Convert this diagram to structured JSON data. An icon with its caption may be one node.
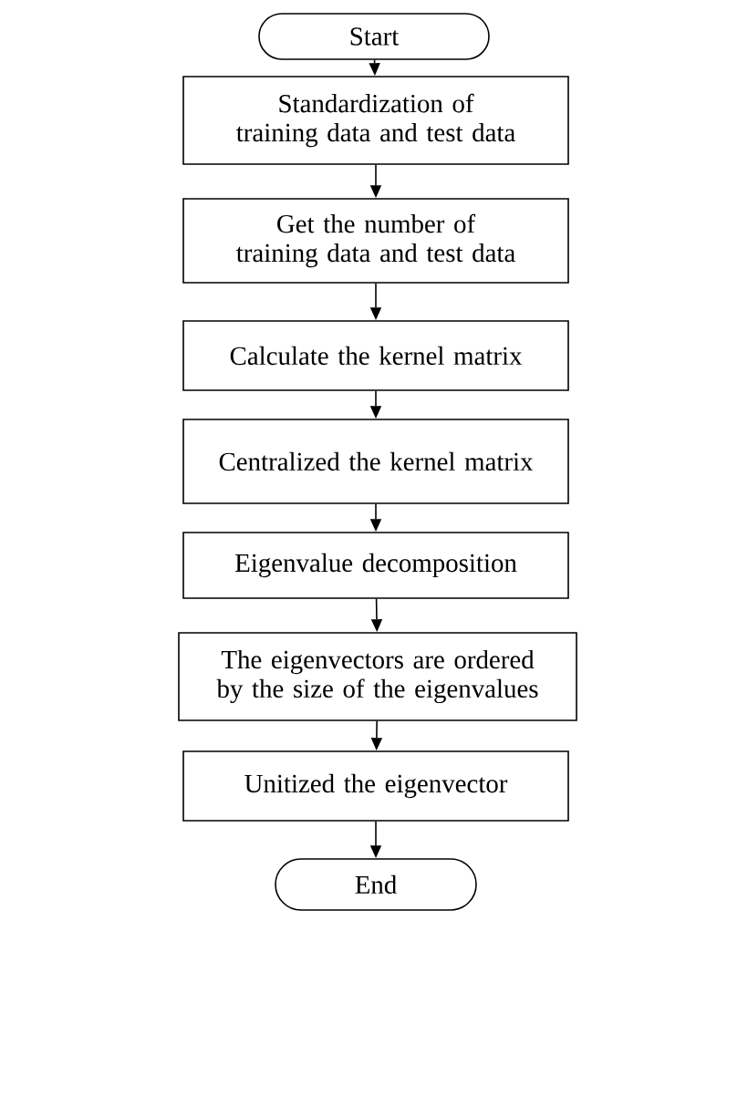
{
  "diagram": {
    "nodes": [
      {
        "text": [
          "Start"
        ]
      },
      {
        "text": [
          "Standardization of training data and test data"
        ]
      },
      {
        "text": [
          "Get the number of training data and test data"
        ]
      },
      {
        "text": [
          "Calculate the kernel matrix"
        ]
      },
      {
        "text": [
          "Centralized the kernel matrix"
        ]
      },
      {
        "text": [
          "Eigenvalue decomposition"
        ]
      },
      {
        "text": [
          "The eigenvectors are ordered by the size of the eigenvalues"
        ]
      },
      {
        "text": [
          "Unitized the eigenvector"
        ]
      },
      {
        "text": [
          "End"
        ]
      }
    ],
    "edges": [
      {
        "from": 0,
        "to": 1,
        "arrow": "to"
      },
      {
        "from": 1,
        "to": 2,
        "arrow": "to"
      },
      {
        "from": 2,
        "to": 3,
        "arrow": "to"
      },
      {
        "from": 3,
        "to": 4,
        "arrow": "to"
      },
      {
        "from": 4,
        "to": 5,
        "arrow": "to"
      },
      {
        "from": 5,
        "to": 6,
        "arrow": "to"
      },
      {
        "from": 6,
        "to": 7,
        "arrow": "to"
      },
      {
        "from": 7,
        "to": 8,
        "arrow": "to"
      }
    ]
  }
}
